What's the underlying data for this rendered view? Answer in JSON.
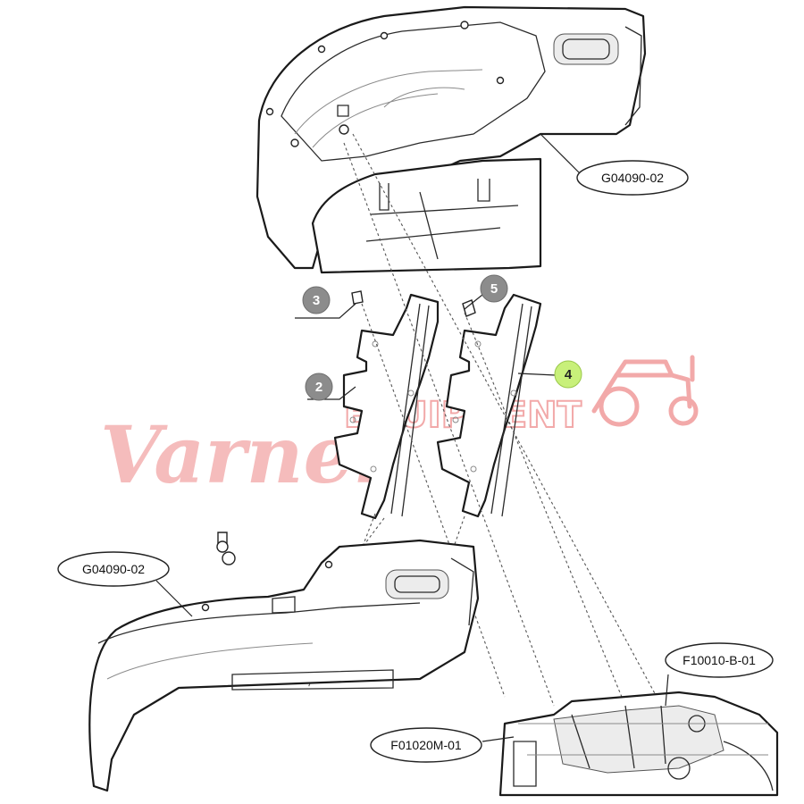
{
  "labels": {
    "part_upper_fender": "G04090-02",
    "part_lower_fender": "G04090-02",
    "part_f10010": "F10010-B-01",
    "part_f01020": "F01020M-01"
  },
  "callouts": {
    "c2": "2",
    "c3": "3",
    "c4": "4",
    "c5": "5"
  },
  "colors": {
    "callout_gray": "#8c8c8c",
    "callout_green": "#c8f07a",
    "watermark": "#f2a9a9"
  },
  "watermark": {
    "script": "Varner",
    "block": "EQUIPMENT"
  }
}
